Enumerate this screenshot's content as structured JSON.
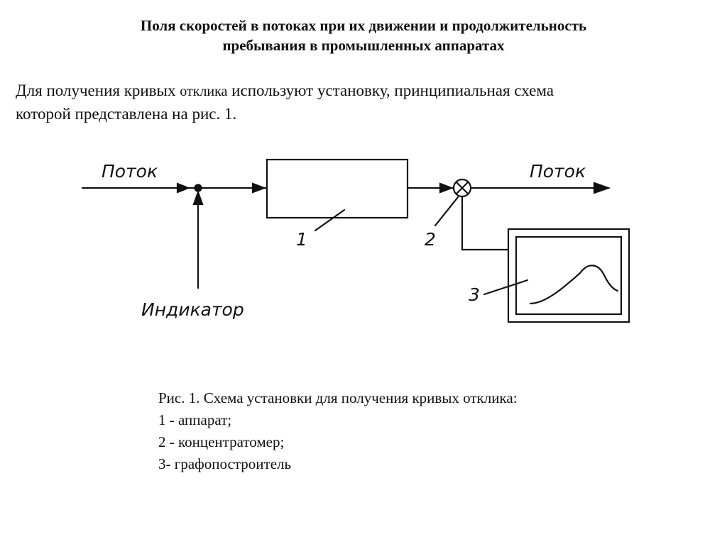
{
  "title": {
    "line1": "Поля скоростей в потоках при их движении и продолжительность",
    "line2": "пребывания в промышленных аппаратах"
  },
  "intro": {
    "part1": "Для получения кривых ",
    "part2": "отклика",
    "part3": " используют установку, принципиальная схема",
    "line2": "которой представлена на рис. 1."
  },
  "diagram": {
    "flow_in_label": "Поток",
    "flow_out_label": "Поток",
    "indicator_label": "Индикатор",
    "label_1": "1",
    "label_2": "2",
    "label_3": "3"
  },
  "caption": {
    "line1": "Рис. 1. Схема установки для получения кривых отклика:",
    "item1": "1 - аппарат;",
    "item2": "2 - концентратомер;",
    "item3": "3- графопостроитель"
  }
}
